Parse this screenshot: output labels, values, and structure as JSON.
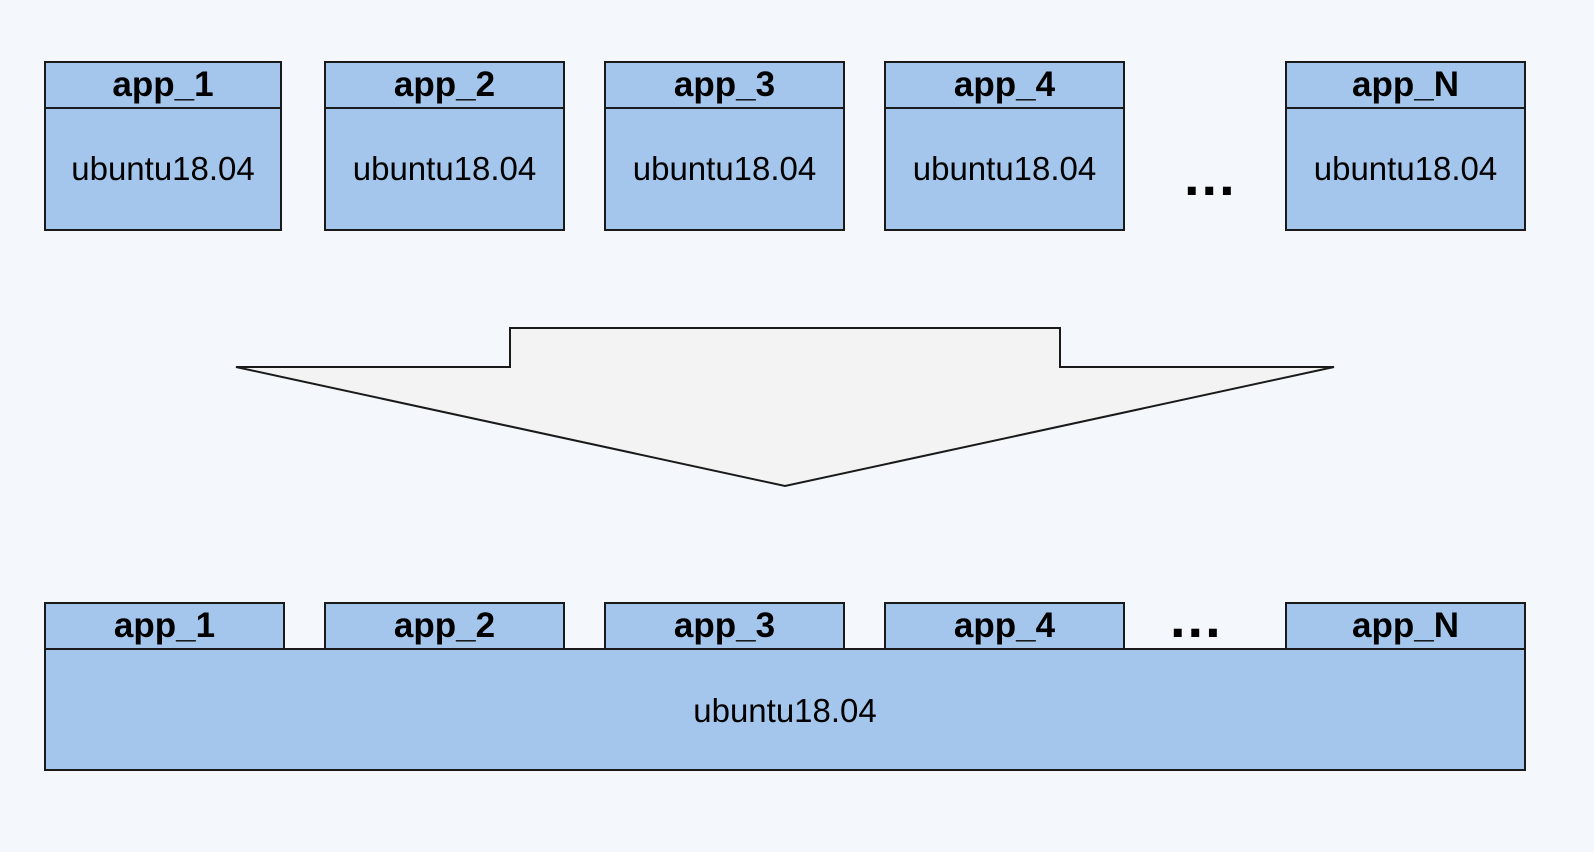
{
  "top_row": {
    "apps": [
      {
        "name": "app_1",
        "os": "ubuntu18.04"
      },
      {
        "name": "app_2",
        "os": "ubuntu18.04"
      },
      {
        "name": "app_3",
        "os": "ubuntu18.04"
      },
      {
        "name": "app_4",
        "os": "ubuntu18.04"
      },
      {
        "name": "app_N",
        "os": "ubuntu18.04"
      }
    ],
    "ellipsis": "..."
  },
  "bottom_row": {
    "apps": [
      "app_1",
      "app_2",
      "app_3",
      "app_4",
      "app_N"
    ],
    "ellipsis": "...",
    "shared_os": "ubuntu18.04"
  },
  "colors": {
    "background": "#f4f7fb",
    "box_fill": "#a4c6ec",
    "arrow_fill": "#f3f3f3",
    "stroke": "#1a1a1a"
  }
}
